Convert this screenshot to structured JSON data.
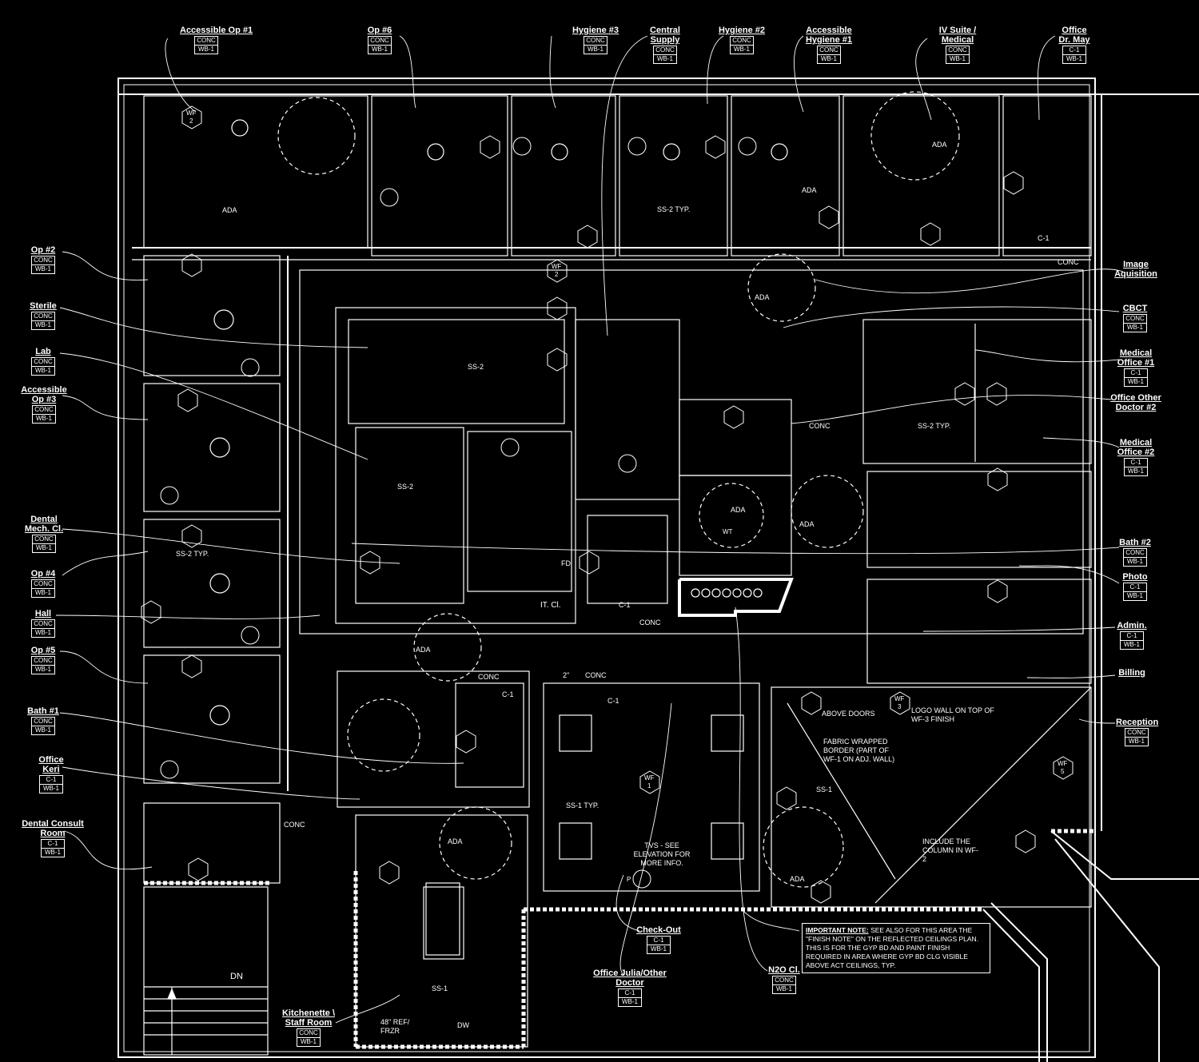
{
  "plan": {
    "room_tags": [
      {
        "name": "Accessible Op #1",
        "finish": "CONC",
        "base": "WB-1"
      },
      {
        "name": "Op #6",
        "finish": "CONC",
        "base": "WB-1"
      },
      {
        "name": "Hygiene #3",
        "finish": "CONC",
        "base": "WB-1"
      },
      {
        "name": "Central Supply",
        "finish": "CONC",
        "base": "WB-1"
      },
      {
        "name": "Hygiene #2",
        "finish": "CONC",
        "base": "WB-1"
      },
      {
        "name": "Accessible Hygiene #1",
        "finish": "CONC",
        "base": "WB-1"
      },
      {
        "name": "IV Suite / Medical",
        "finish": "CONC",
        "base": "WB-1"
      },
      {
        "name": "Office Dr. May",
        "finish": "C-1",
        "base": "WB-1"
      },
      {
        "name": "Op #2",
        "finish": "CONC",
        "base": "WB-1"
      },
      {
        "name": "Sterile",
        "finish": "CONC",
        "base": "WB-1"
      },
      {
        "name": "Lab",
        "finish": "CONC",
        "base": "WB-1"
      },
      {
        "name": "Accessible Op #3",
        "finish": "CONC",
        "base": "WB-1"
      },
      {
        "name": "Dental Mech. Cl.",
        "finish": "CONC",
        "base": "WB-1"
      },
      {
        "name": "Op #4",
        "finish": "CONC",
        "base": "WB-1"
      },
      {
        "name": "Hall",
        "finish": "CONC",
        "base": "WB-1"
      },
      {
        "name": "Op #5",
        "finish": "CONC",
        "base": "WB-1"
      },
      {
        "name": "Bath #1",
        "finish": "CONC",
        "base": "WB-1"
      },
      {
        "name": "Office Keri",
        "finish": "C-1",
        "base": "WB-1"
      },
      {
        "name": "Dental Consult Room",
        "finish": "C-1",
        "base": "WB-1"
      },
      {
        "name": "Image Aquisition",
        "finish": "",
        "base": ""
      },
      {
        "name": "CBCT",
        "finish": "CONC",
        "base": "WB-1"
      },
      {
        "name": "Medical Office #1",
        "finish": "C-1",
        "base": "WB-1"
      },
      {
        "name": "Office Other Doctor #2",
        "finish": "",
        "base": ""
      },
      {
        "name": "Medical Office #2",
        "finish": "C-1",
        "base": "WB-1"
      },
      {
        "name": "Bath #2",
        "finish": "CONC",
        "base": "WB-1"
      },
      {
        "name": "Photo",
        "finish": "C-1",
        "base": "WB-1"
      },
      {
        "name": "Admin.",
        "finish": "C-1",
        "base": "WB-1"
      },
      {
        "name": "Billing",
        "finish": "",
        "base": ""
      },
      {
        "name": "Reception",
        "finish": "CONC",
        "base": "WB-1"
      },
      {
        "name": "Check-Out",
        "finish": "C-1",
        "base": "WB-1"
      },
      {
        "name": "Office Julia/Other Doctor",
        "finish": "C-1",
        "base": "WB-1"
      },
      {
        "name": "N2O Cl.",
        "finish": "CONC",
        "base": "WB-1"
      },
      {
        "name": "Kitchenette \\ Staff Room",
        "finish": "CONC",
        "base": "WB-1"
      }
    ],
    "hex_codes": {
      "wf": "WF",
      "pnt": "P",
      "wt": "WT",
      "values": [
        "1",
        "2",
        "3",
        "5"
      ]
    },
    "inline_labels": {
      "ss2": "SS-2",
      "ss2_typ": "SS-2 TYP.",
      "ss1": "SS-1",
      "ss1_typ": "SS-1 TYP.",
      "conc": "CONC",
      "c1": "C-1",
      "ada": "ADA",
      "it_cl": "IT. Cl.",
      "fd": "FD",
      "dim_2": "2\"",
      "dn": "DN",
      "ref": "48\" REF/ FRZR",
      "dw": "DW"
    },
    "notes": {
      "above_doors": "ABOVE DOORS",
      "logo_wall": "LOGO WALL ON TOP OF WF-3 FINISH",
      "fabric": "FABRIC WRAPPED BORDER (PART OF WF-1 ON ADJ. WALL)",
      "tvs": "TVS - SEE ELEVATION FOR MORE INFO.",
      "column": "INCLUDE THE COLUMN IN WF-2",
      "important_lead": "IMPORTANT NOTE:",
      "important_body": "SEE ALSO FOR THIS AREA THE \"FINISH NOTE\" ON THE REFLECTED CEILINGS PLAN. THIS IS FOR THE GYP BD AND PAINT FINISH REQUIRED IN AREA WHERE GYP BD CLG VISIBLE ABOVE ACT CEILINGS, TYP."
    },
    "colors": {
      "background": "#000000",
      "linework": "#ffffff"
    }
  }
}
